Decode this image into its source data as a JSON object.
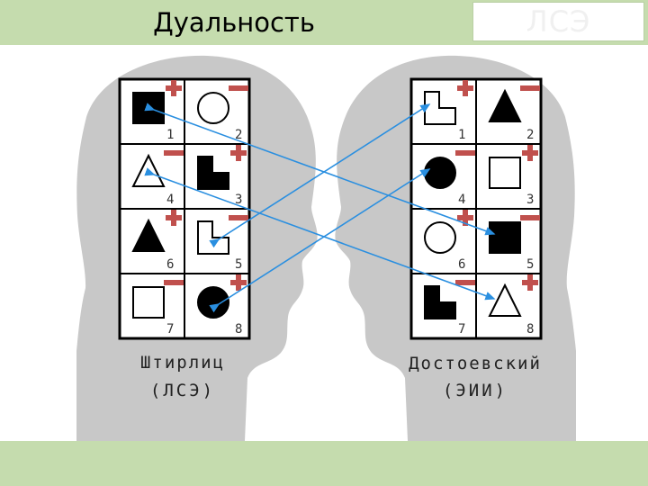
{
  "header": {
    "title": "Дуальность",
    "logo_text": "ЛСЭ"
  },
  "left_grid": {
    "name": "Штирлиц",
    "type": "(ЛСЭ)",
    "cells": [
      {
        "num": "1",
        "shape": "square-filled",
        "sign": "+"
      },
      {
        "num": "2",
        "shape": "circle-outline",
        "sign": "-"
      },
      {
        "num": "4",
        "shape": "triangle-outline",
        "sign": "-"
      },
      {
        "num": "3",
        "shape": "lshape-filled",
        "sign": "+"
      },
      {
        "num": "6",
        "shape": "triangle-filled",
        "sign": "+"
      },
      {
        "num": "5",
        "shape": "lshape-outline",
        "sign": "-"
      },
      {
        "num": "7",
        "shape": "square-outline",
        "sign": "-"
      },
      {
        "num": "8",
        "shape": "circle-filled",
        "sign": "+"
      }
    ]
  },
  "right_grid": {
    "name": "Достоевский",
    "type": "(ЭИИ)",
    "cells": [
      {
        "num": "1",
        "shape": "lshape-outline",
        "sign": "+"
      },
      {
        "num": "2",
        "shape": "triangle-filled",
        "sign": "-"
      },
      {
        "num": "4",
        "shape": "circle-filled",
        "sign": "-"
      },
      {
        "num": "3",
        "shape": "square-outline",
        "sign": "+"
      },
      {
        "num": "6",
        "shape": "circle-outline",
        "sign": "+"
      },
      {
        "num": "5",
        "shape": "square-filled",
        "sign": "-"
      },
      {
        "num": "7",
        "shape": "lshape-filled",
        "sign": "-"
      },
      {
        "num": "8",
        "shape": "triangle-outline",
        "sign": "+"
      }
    ]
  },
  "connections": [
    {
      "from": "left-1",
      "to": "right-5"
    },
    {
      "from": "left-4",
      "to": "right-8"
    },
    {
      "from": "left-5",
      "to": "right-1"
    },
    {
      "from": "left-8",
      "to": "right-4"
    }
  ],
  "colors": {
    "bar": "#c5dcae",
    "head": "#c8c8c8",
    "arrow": "#2a8fe0",
    "sign": "#c0504d"
  }
}
